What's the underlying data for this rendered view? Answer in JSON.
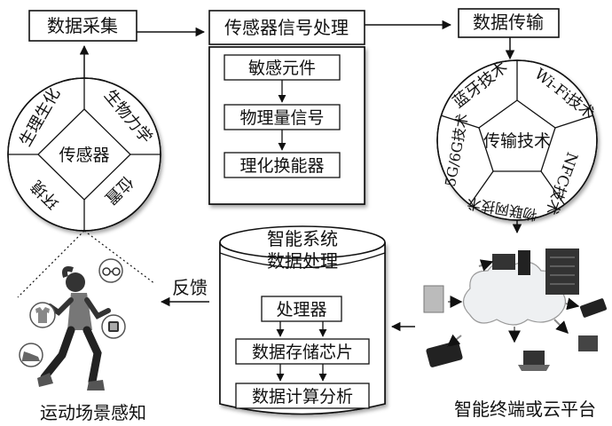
{
  "data_collection": {
    "title": "数据采集",
    "sensor_wheel": {
      "center": "传感器",
      "segments": [
        "生理生化",
        "生物力学",
        "位置",
        "环境"
      ]
    }
  },
  "signal_processing": {
    "title": "传感器信号处理",
    "steps": [
      "敏感元件",
      "物理量信号",
      "理化换能器"
    ]
  },
  "data_transmission": {
    "title": "数据传输",
    "transmission_wheel": {
      "center": "传输技术",
      "segments": [
        "蓝牙技术",
        "Wi-Fi技术",
        "NFC技术",
        "物联网技术",
        "5G/6G技术"
      ]
    }
  },
  "system_processing": {
    "title_line1": "智能系统",
    "title_line2": "数据处理",
    "steps": [
      "处理器",
      "数据存储芯片",
      "数据计算分析"
    ]
  },
  "feedback_label": "反馈",
  "scene_label": "运动场景感知",
  "platform_label": "智能终端或云平台"
}
